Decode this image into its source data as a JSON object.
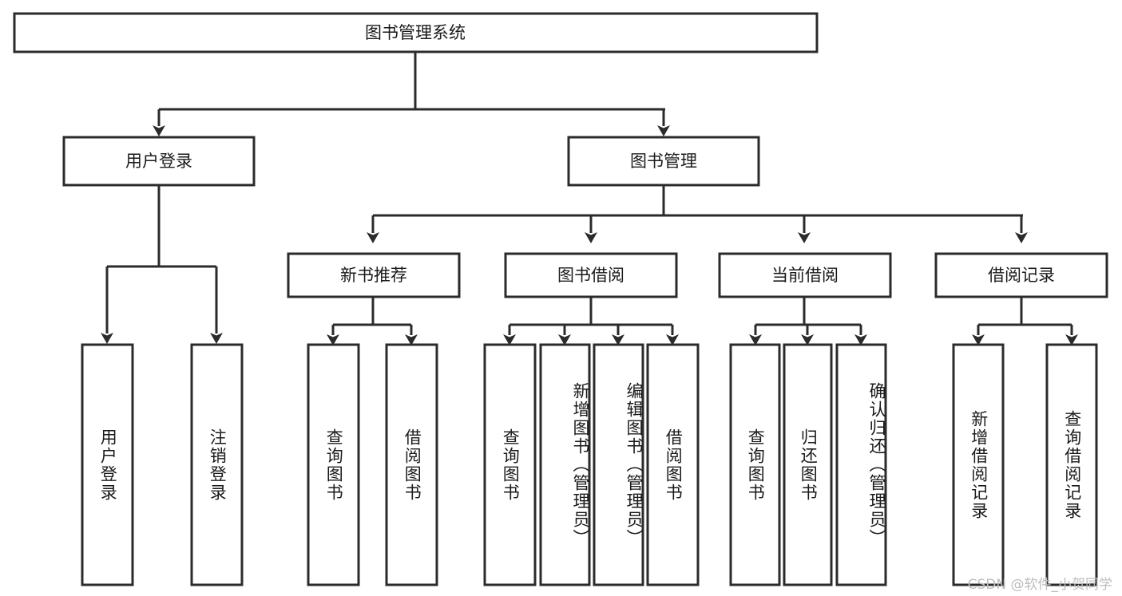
{
  "diagram": {
    "type": "tree",
    "title": "图书管理系统",
    "root": {
      "id": "root",
      "label": "图书管理系统"
    },
    "level1": [
      {
        "id": "user-login",
        "label": "用户登录"
      },
      {
        "id": "book-manage",
        "label": "图书管理"
      }
    ],
    "level2": [
      {
        "id": "new-book-recommend",
        "label": "新书推荐",
        "parent": "book-manage"
      },
      {
        "id": "book-borrow",
        "label": "图书借阅",
        "parent": "book-manage"
      },
      {
        "id": "current-borrow",
        "label": "当前借阅",
        "parent": "book-manage"
      },
      {
        "id": "borrow-record",
        "label": "借阅记录",
        "parent": "book-manage"
      }
    ],
    "leaves": [
      {
        "id": "leaf-user-login",
        "label": "用户登录",
        "parent": "user-login"
      },
      {
        "id": "leaf-logout",
        "label": "注销登录",
        "parent": "user-login"
      },
      {
        "id": "leaf-query-book-1",
        "label": "查询图书",
        "parent": "new-book-recommend"
      },
      {
        "id": "leaf-borrow-book-1",
        "label": "借阅图书",
        "parent": "new-book-recommend"
      },
      {
        "id": "leaf-query-book-2",
        "label": "查询图书",
        "parent": "book-borrow"
      },
      {
        "id": "leaf-add-book",
        "label": "新增图书（管理员）",
        "parent": "book-borrow"
      },
      {
        "id": "leaf-edit-book",
        "label": "编辑图书（管理员）",
        "parent": "book-borrow"
      },
      {
        "id": "leaf-borrow-book-2",
        "label": "借阅图书",
        "parent": "book-borrow"
      },
      {
        "id": "leaf-query-book-3",
        "label": "查询图书",
        "parent": "current-borrow"
      },
      {
        "id": "leaf-return-book",
        "label": "归还图书",
        "parent": "current-borrow"
      },
      {
        "id": "leaf-confirm-return",
        "label": "确认归还（管理员）",
        "parent": "current-borrow"
      },
      {
        "id": "leaf-add-record",
        "label": "新增借阅记录",
        "parent": "borrow-record"
      },
      {
        "id": "leaf-query-record",
        "label": "查询借阅记录",
        "parent": "borrow-record"
      }
    ],
    "colors": {
      "box_fill": "#ffffff",
      "box_stroke": "#2b2b2b",
      "text": "#1a1a1a",
      "background": "#ffffff",
      "watermark": "#bdbdbd"
    }
  },
  "watermark": {
    "text": "CSDN @软件_小贺同学"
  }
}
